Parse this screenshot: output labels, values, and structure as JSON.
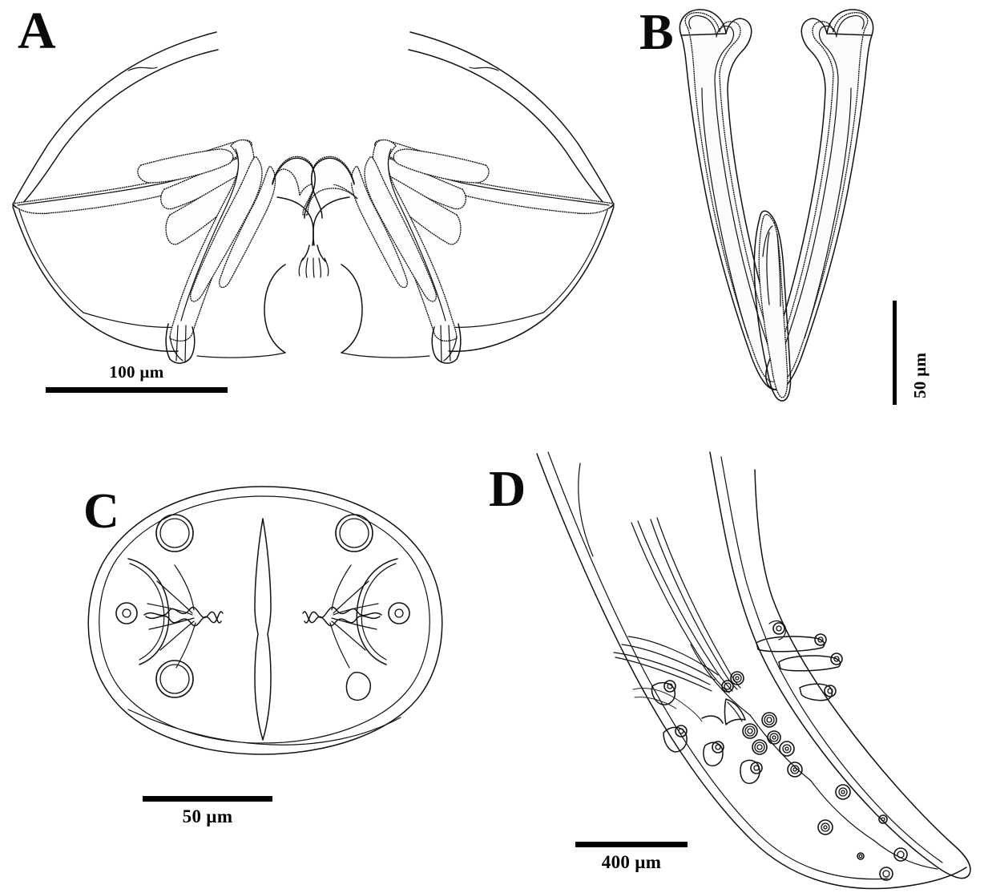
{
  "figure": {
    "type": "scientific-line-drawing-plate",
    "subject": "nematode morphology line drawings",
    "background_color": "#ffffff",
    "line_color": "#111111",
    "panel_count": 4
  },
  "panels": [
    {
      "letter": "A",
      "name": "panel-a",
      "description": "Copulatory bursa, ventral view: bilaterally symmetric bursal lobes with stippled sclerotized rays and paired lateral trunks",
      "scalebar": {
        "label": "100 µm",
        "value": 100,
        "unit": "µm",
        "orientation": "horizontal",
        "label_position": "above"
      }
    },
    {
      "letter": "B",
      "name": "panel-b",
      "description": "Paired spicules in V-arrangement with hooked capitula and stippled shafts, gubernaculum between them",
      "scalebar": {
        "label": "50 µm",
        "value": 50,
        "unit": "µm",
        "orientation": "vertical",
        "label_position": "right-rotated"
      }
    },
    {
      "letter": "C",
      "name": "panel-c",
      "description": "En face (apical) view: oval head outline with slit-like oral opening, four cephalic papillae, paired amphids and branched sensory structures",
      "scalebar": {
        "label": "50 µm",
        "value": 50,
        "unit": "µm",
        "orientation": "horizontal",
        "label_position": "below"
      }
    },
    {
      "letter": "D",
      "name": "panel-d",
      "description": "Posterior body end, lateral view: tapering tail bearing cloacal and pedunculate papillae with protruding spicules and setae",
      "scalebar": {
        "label": "400 µm",
        "value": 400,
        "unit": "µm",
        "orientation": "horizontal",
        "label_position": "below"
      }
    }
  ]
}
